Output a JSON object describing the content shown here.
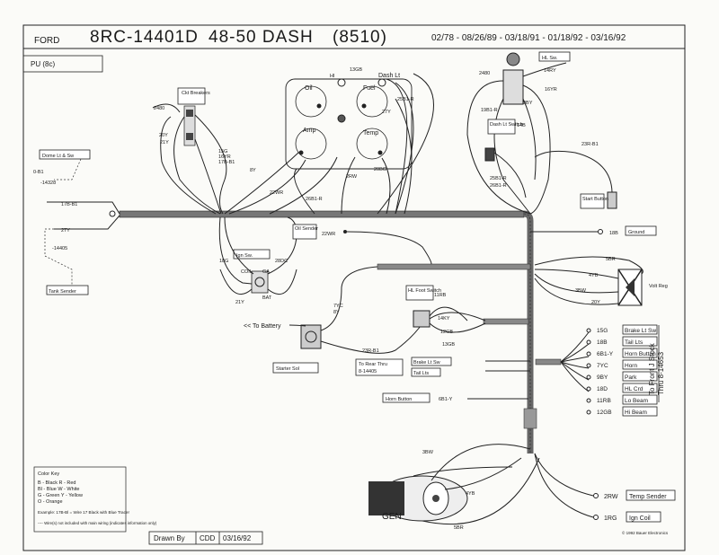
{
  "header": {
    "brand": "FORD",
    "part": "8RC-14401D",
    "model": "48-50 DASH",
    "code": "(8510)",
    "dates": "02/78 - 08/26/89 - 03/18/91 - 01/18/92 - 03/16/92"
  },
  "vehicle": "PU (8c)",
  "labels": {
    "hl_sw": "HL Sw.",
    "ckt_breakers": "Ckt Breakers",
    "dome_lt_sw": "Dome Lt & Sw",
    "dome_part": "0-B1",
    "dome_num": "-14328",
    "dome_wire": "17B-B1",
    "tank_wire": "27Y",
    "tank_part": "-14405",
    "tank_sender": "Tank Sender",
    "ign_sw": "Ign Sw.",
    "coil": "COIL",
    "ga": "GA",
    "bat": "BAT",
    "oil_sender": "Oil Sender",
    "oil_wire": "22WR",
    "to_battery": "<< To Battery",
    "starter_sol": "Starter Sol",
    "hl_foot_switch": "HL Foot Switch",
    "brake_lt_sw": "Brake Lt Sw",
    "tail_lts": "Tail Lts",
    "to_rear": "To Rear Thru",
    "rear_part": "8-14405",
    "horn_button": "Horn Button",
    "horn_wire": "6B1-Y",
    "start_button": "Start Button",
    "ground": "Ground",
    "ground_wire": "18B",
    "volt_reg": "Volt Reg",
    "dash_lt_switch": "Dash Lt Switch",
    "gen": "GEN",
    "temp_sender": "Temp Sender",
    "ign_coil": "Ign Coil",
    "to_front": "To Front J Stock",
    "front_part": "Thru 8-14653",
    "drawn_by": "Drawn By",
    "drawn_initials": "CDD",
    "drawn_date": "03/16/92",
    "copyright": "© 1992 Bauer Electronics"
  },
  "gauges": {
    "oil": "Oil",
    "fuel": "Fuel",
    "amp": "Amp",
    "temp": "Temp",
    "hi": "HI",
    "dash_lt": "Dash Lt"
  },
  "wire_labels": [
    "2480",
    "20Y",
    "21Y",
    "15G",
    "16YR",
    "17B-B1",
    "8Y",
    "22WR",
    "13GB",
    "25B1-R",
    "27Y",
    "2RW",
    "20BG",
    "26B1-R",
    "18G",
    "28DC",
    "21Y",
    "7YC",
    "8Y",
    "23R-B1",
    "11RB",
    "14KY",
    "12GB",
    "13GB",
    "2480",
    "14RY",
    "19B1-R",
    "9BY",
    "16YR",
    "14B",
    "23R-B1",
    "25B1-R",
    "26B1-R",
    "5BR",
    "4YB",
    "3BW",
    "20Y",
    "3BW",
    "4YB",
    "5BR"
  ],
  "connectors": [
    {
      "wire": "15G",
      "name": "Brake Lt Sw"
    },
    {
      "wire": "18B",
      "name": "Tail Lts"
    },
    {
      "wire": "6B1-Y",
      "name": "Horn Button"
    },
    {
      "wire": "7YC",
      "name": "Horn"
    },
    {
      "wire": "9BY",
      "name": "Park"
    },
    {
      "wire": "18D",
      "name": "HL Crd"
    },
    {
      "wire": "11RB",
      "name": "Lo Beam"
    },
    {
      "wire": "12GB",
      "name": "Hi Beam"
    }
  ],
  "right_connectors": [
    {
      "wire": "2RW",
      "name": "Temp Sender"
    },
    {
      "wire": "1RG",
      "name": "Ign Coil"
    }
  ],
  "color_key": {
    "title": "Color Key",
    "rows": [
      "B - Black      R - Red",
      "Bl - Blue      W - White",
      "G - Green      Y - Yellow",
      "O - Orange"
    ],
    "example": "Example: 17B-Bl = Wire 17 Black with Blue Tracer",
    "note": "---- Wire(s) not included with main wiring (indicates information only)"
  }
}
